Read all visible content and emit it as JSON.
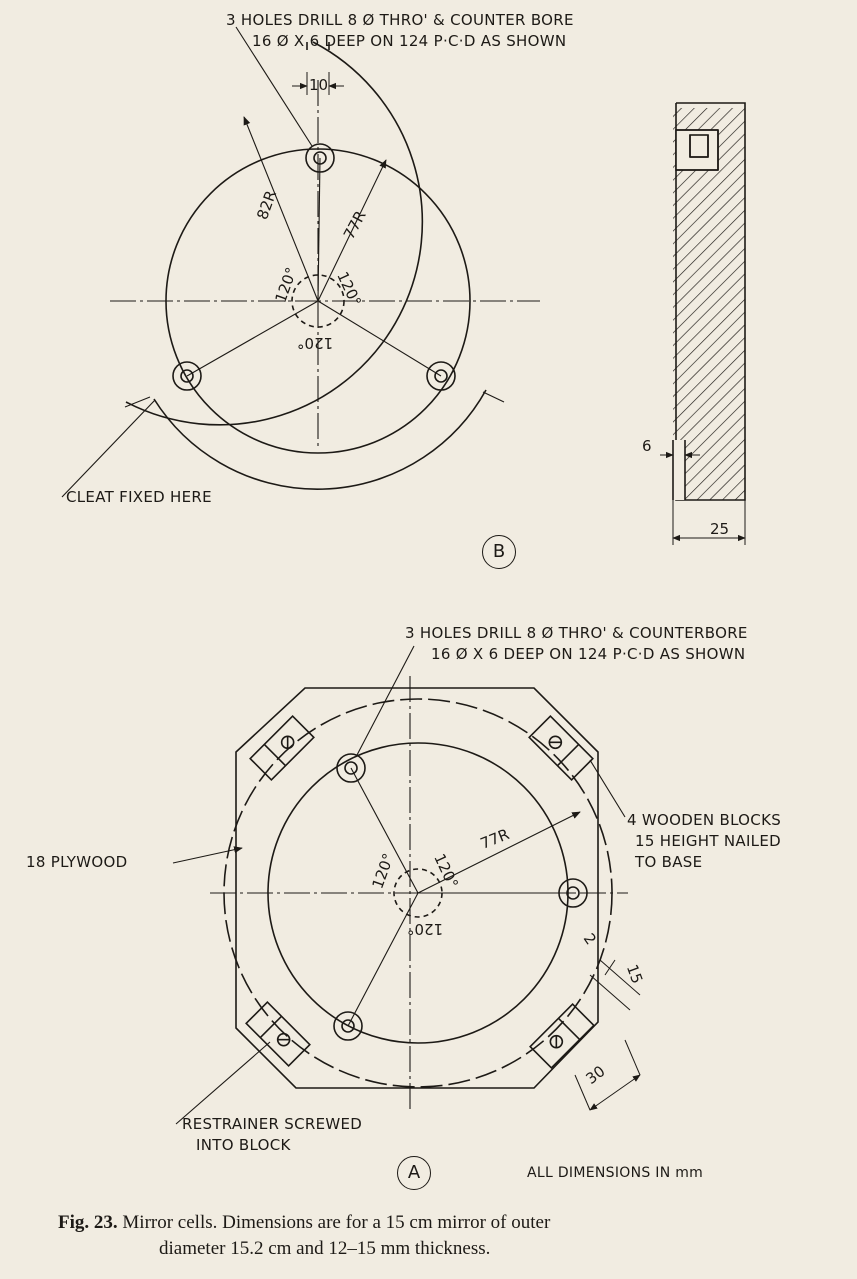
{
  "figure_b": {
    "note_holes": [
      "3 HOLES DRILL 8 Ø THRO' & COUNTER BORE",
      "16 Ø X 6 DEEP ON 124 P·C·D AS SHOWN"
    ],
    "dim_10": "10",
    "dim_82r": "82R",
    "dim_77r": "77R",
    "angle_1": "120°",
    "angle_2": "120°",
    "angle_3": "120°",
    "note_cleat": "CLEAT FIXED HERE",
    "dim_6": "6",
    "dim_25": "25",
    "label": "B"
  },
  "figure_a": {
    "note_holes": [
      "3 HOLES DRILL 8 Ø THRO' & COUNTERBORE",
      "16 Ø X 6 DEEP ON 124 P·C·D AS SHOWN"
    ],
    "note_blocks": [
      "4 WOODEN BLOCKS",
      "15 HEIGHT NAILED",
      "TO BASE"
    ],
    "note_plywood": "18 PLYWOOD",
    "dim_77r": "77R",
    "angle_1": "120°",
    "angle_2": "120°",
    "angle_3": "120°",
    "dim_2": "2",
    "dim_15": "15",
    "dim_30": "30",
    "note_restrainer": [
      "RESTRAINER SCREWED",
      "INTO BLOCK"
    ],
    "label": "A",
    "units": "ALL DIMENSIONS IN mm"
  },
  "caption": {
    "label": "Fig. 23.",
    "line1": "Mirror cells. Dimensions are for a 15 cm mirror of outer",
    "line2": "diameter 15.2 cm and 12–15 mm thickness."
  },
  "colors": {
    "ink": "#1d1a16",
    "paper": "#f1ece1",
    "showthrough": "#cfc6b8"
  }
}
